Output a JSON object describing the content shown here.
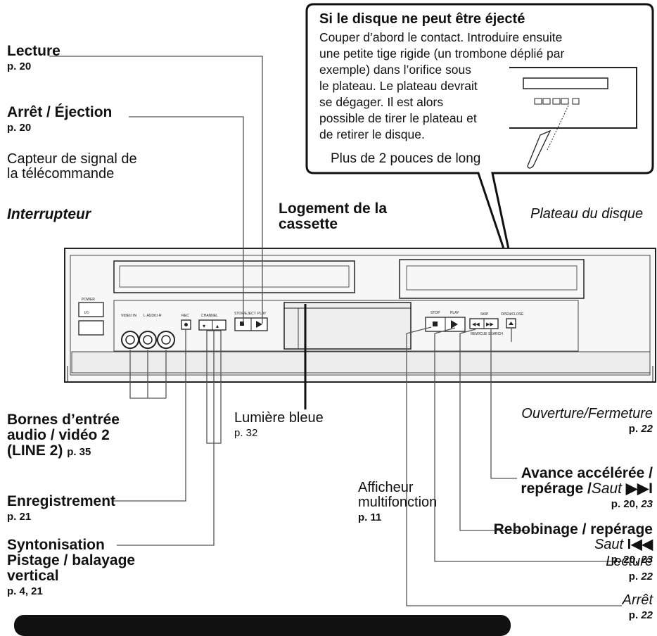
{
  "callout": {
    "title": "Si le disque ne peut être éjecté",
    "lines": [
      "Couper d’abord le contact. Introduire ensuite",
      "une petite tige rigide (un trombone déplié par",
      "exemple) dans l’orifice sous",
      "le plateau. Le plateau devrait",
      "se dégager. Il est alors",
      "possible de tirer le plateau et",
      "de retirer le disque."
    ],
    "length_note": "Plus de 2 pouces de long"
  },
  "labels": {
    "lecture_top": {
      "title": "Lecture",
      "page": "p. 20"
    },
    "arret_ejection": {
      "title": "Arrêt / Éjection",
      "page": "p. 20"
    },
    "capteur": {
      "line1": "Capteur de signal de",
      "line2": "la télécommande"
    },
    "interrupteur": {
      "title": "Interrupteur"
    },
    "logement": {
      "line1": "Logement de la",
      "line2": "cassette"
    },
    "plateau": {
      "title": "Plateau du disque"
    },
    "bornes": {
      "line1": "Bornes d’entrée",
      "line2": "audio / vidéo 2",
      "line3": "(LINE 2)",
      "page": "p. 35"
    },
    "lumiere": {
      "title": "Lumière bleue",
      "page": "p. 32"
    },
    "enregistrement": {
      "title": "Enregistrement",
      "page": "p. 21"
    },
    "afficheur": {
      "line1": "Afficheur",
      "line2": "multifonction",
      "page": "p. 11"
    },
    "syntonisation": {
      "line1": "Syntonisation",
      "line2": "Pistage / balayage",
      "line3": "vertical",
      "page": "p. 4, 21"
    },
    "ouverture": {
      "title": "Ouverture/Fermeture",
      "page": "p.",
      "page_num": "22"
    },
    "avance": {
      "line1": "Avance accélérée /",
      "line2a": "repérage /",
      "line2b": "Saut",
      "glyph": "▶▶I",
      "page": "p. 20,",
      "page_num": "23"
    },
    "rebobinage": {
      "line1": "Rebobinage / repérage",
      "line2": "Saut",
      "glyph": "I◀◀",
      "page": "p. 20,",
      "page_num": "23"
    },
    "lecture_bottom": {
      "title": "Lecture",
      "page": "p.",
      "page_num": "22"
    },
    "arret": {
      "title": "Arrêt",
      "page": "p.",
      "page_num": "22"
    }
  },
  "device": {
    "power_label": "POWER",
    "power_symbol": "I/⏻",
    "input_label": "VIDEO IN",
    "audio_label": "L·AUDIO·R",
    "rec_label": "REC",
    "channel_label": "CHANNEL",
    "stop_eject_label": "STOP/EJECT",
    "play_label": "PLAY",
    "stop_label": "STOP",
    "skip_label": "SKIP",
    "search_label": "REW/CUE SEARCH",
    "openclose_label": "OPEN/CLOSE"
  },
  "colors": {
    "ink": "#111111",
    "panel_fill": "#f4f4f4",
    "lines": "#555555"
  }
}
